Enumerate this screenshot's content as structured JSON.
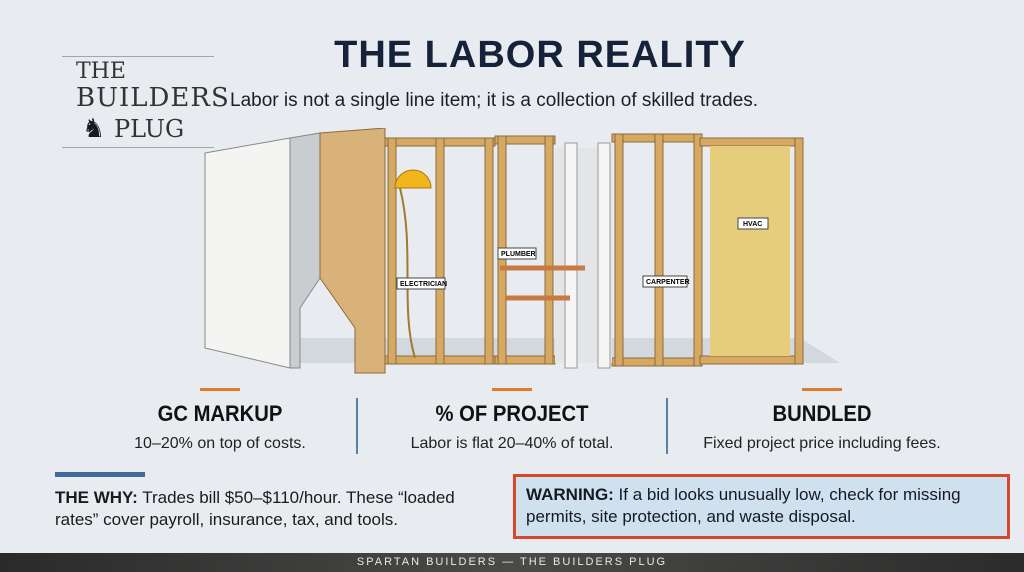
{
  "header": {
    "title": "THE LABOR REALITY",
    "subtitle": "Labor is not a single line item; it is a collection of skilled trades."
  },
  "logo": {
    "line1": "THE",
    "line2": "BUILDERS",
    "line3": "PLUG"
  },
  "illustration": {
    "labels": [
      "ELECTRICIAN",
      "PLUMBER",
      "CARPENTER",
      "HVAC"
    ]
  },
  "columns": [
    {
      "heading": "GC MARKUP",
      "text": "10–20% on top of costs."
    },
    {
      "heading": "% OF PROJECT",
      "text": "Labor is flat 20–40% of total."
    },
    {
      "heading": "BUNDLED",
      "text": "Fixed project price including fees."
    }
  ],
  "why": {
    "label": "THE WHY:",
    "text": " Trades bill $50–$110/hour. These “loaded rates” cover payroll, insurance, tax, and tools."
  },
  "warning": {
    "label": "WARNING:",
    "text": " If a bid looks unusually low, check for missing permits, site protection, and waste disposal."
  },
  "footer": {
    "text": "SPARTAN BUILDERS — THE BUILDERS PLUG"
  },
  "colors": {
    "accent_orange": "#e07b2c",
    "accent_blue": "#3f6a9a",
    "warning_border": "#d9472b",
    "warning_fill": "#cfe0ee"
  }
}
